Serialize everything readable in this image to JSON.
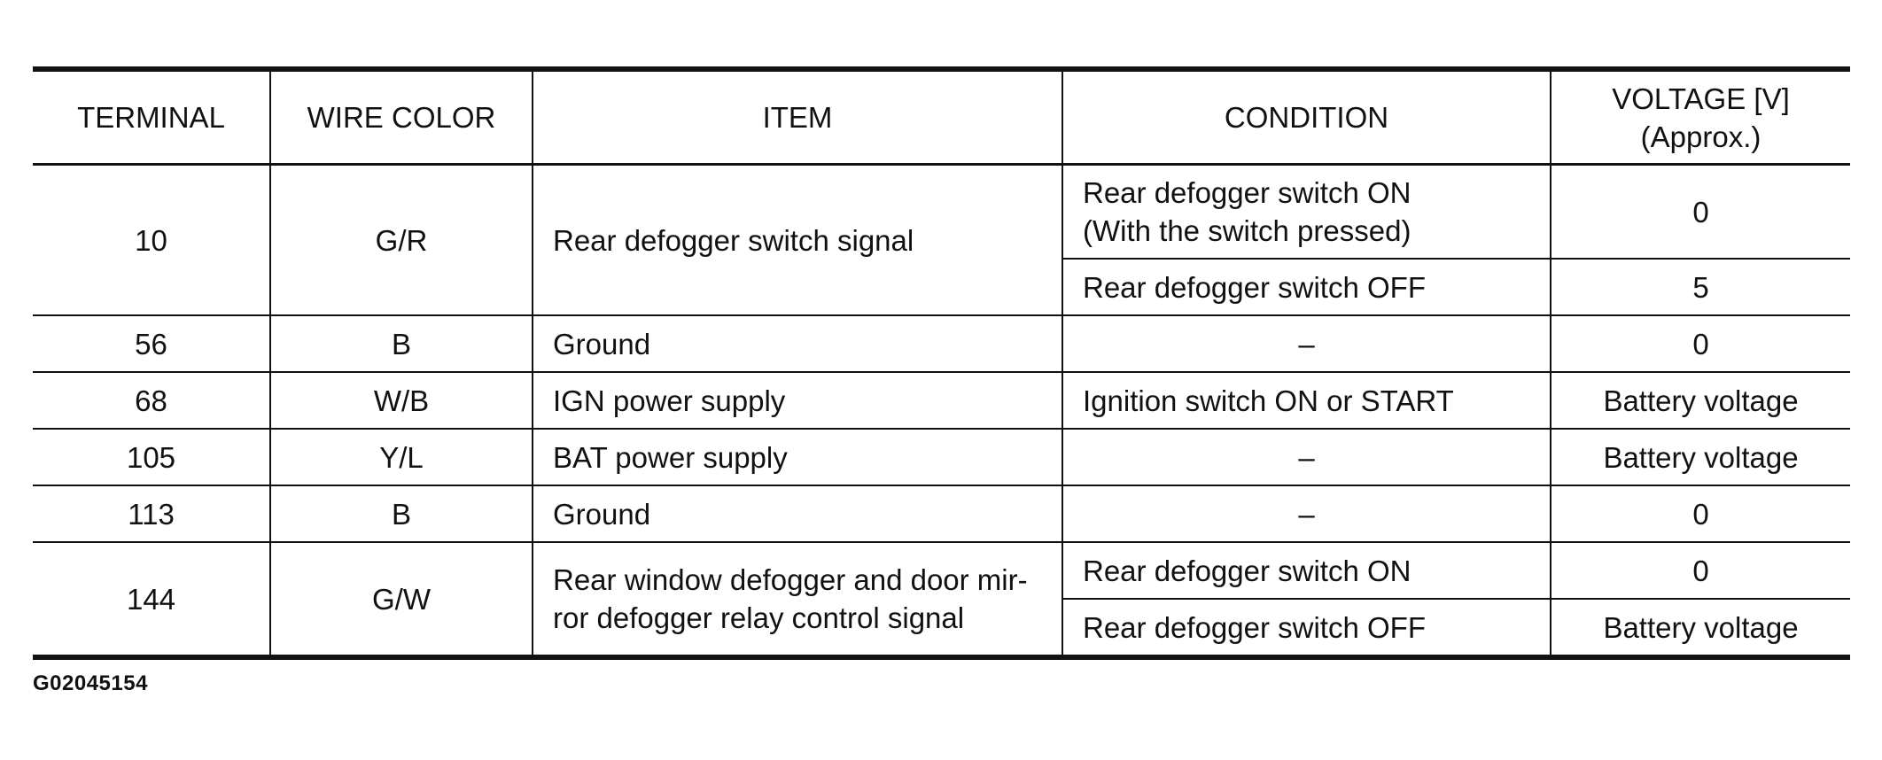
{
  "table": {
    "headers": {
      "terminal": "TERMINAL",
      "wire_color": "WIRE COLOR",
      "item": "ITEM",
      "condition": "CONDITION",
      "voltage_line1": "VOLTAGE [V]",
      "voltage_line2": "(Approx.)"
    },
    "rows": [
      {
        "terminal": "10",
        "wire_color": "G/R",
        "item": "Rear defogger switch signal",
        "conditions": [
          {
            "line1": "Rear defogger switch ON",
            "line2": "(With the switch pressed)",
            "voltage": "0"
          },
          {
            "line1": "Rear defogger switch OFF",
            "voltage": "5"
          }
        ]
      },
      {
        "terminal": "56",
        "wire_color": "B",
        "item": "Ground",
        "condition": "–",
        "voltage": "0"
      },
      {
        "terminal": "68",
        "wire_color": "W/B",
        "item": "IGN power supply",
        "condition": "Ignition switch ON or START",
        "voltage": "Battery voltage"
      },
      {
        "terminal": "105",
        "wire_color": "Y/L",
        "item": "BAT power supply",
        "condition": "–",
        "voltage": "Battery voltage"
      },
      {
        "terminal": "113",
        "wire_color": "B",
        "item": "Ground",
        "condition": "–",
        "voltage": "0"
      },
      {
        "terminal": "144",
        "wire_color": "G/W",
        "item_line1": "Rear window defogger and door mir-",
        "item_line2": "ror defogger relay control signal",
        "conditions": [
          {
            "line1": "Rear defogger switch ON",
            "voltage": "0"
          },
          {
            "line1": "Rear defogger switch OFF",
            "voltage": "Battery voltage"
          }
        ]
      }
    ]
  },
  "figure_id": "G02045154"
}
